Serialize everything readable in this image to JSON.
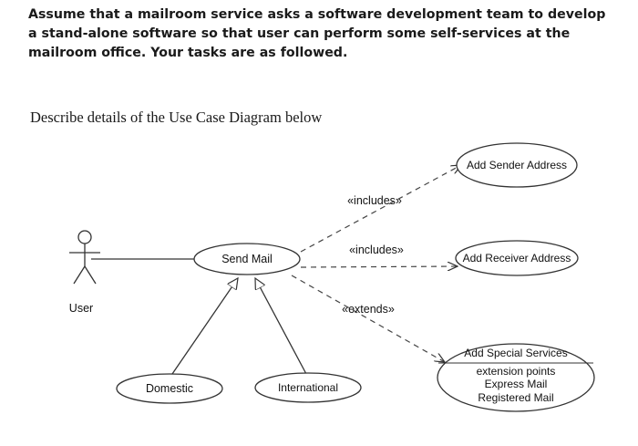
{
  "question": {
    "text": "Assume that a mailroom service asks a software development team to develop a stand-alone software so that user can perform some self-services at the mailroom office.  Your tasks are as followed."
  },
  "prompt": {
    "text": "Describe details of the Use Case Diagram below"
  },
  "diagram": {
    "actor": {
      "label": "User"
    },
    "use_cases": {
      "send_mail": "Send Mail",
      "add_sender": "Add Sender Address",
      "add_receiver": "Add Receiver Address",
      "special_services": "Add Special Services",
      "special_ext_title": "extension points",
      "special_ext_1": "Express Mail",
      "special_ext_2": "Registered Mail",
      "domestic": "Domestic",
      "international": "International"
    },
    "relations": {
      "includes_1": "«includes»",
      "includes_2": "«includes»",
      "extends": "«extends»"
    }
  }
}
